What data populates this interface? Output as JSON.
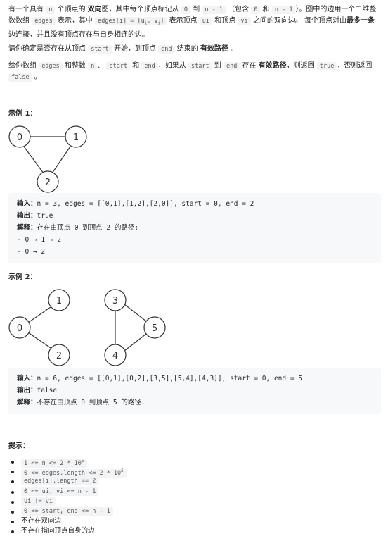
{
  "intro": {
    "p1": [
      "有一个具有",
      "n",
      "个顶点的",
      "双向",
      "图，其中每个顶点标记从",
      "0",
      "到",
      "n - 1",
      "（包含",
      "0",
      "和",
      "n - 1",
      "）。图中的边用一个二维整数数组",
      "edges",
      "表示，其中",
      "edges[i] = [u",
      "i",
      ", v",
      "i",
      "]",
      "表示顶点",
      "ui",
      "和顶点",
      "vi",
      "之间的双向边。 每个顶点对由",
      "最多一条",
      "边连接，并且没有顶点存在与自身相连的边。"
    ],
    "p2": [
      "请你确定是否存在从顶点",
      "start",
      "开始，到顶点",
      "end",
      "结束的",
      "有效路径",
      "。"
    ],
    "p3": [
      "给你数组",
      "edges",
      "和整数",
      "n",
      "、",
      "start",
      "和",
      "end",
      "，如果从",
      "start",
      "到",
      "end",
      "存在",
      "有效路径",
      "，则返回",
      "true",
      "，否则返回",
      "false",
      "。"
    ]
  },
  "example1": {
    "title": "示例 1：",
    "nodes": [
      "0",
      "1",
      "2"
    ],
    "input_label": "输入：",
    "input_value": "n = 3, edges = [[0,1],[1,2],[2,0]], start = 0, end = 2",
    "output_label": "输出：",
    "output_value": "true",
    "explain_label": "解释：",
    "explain_value": "存在由顶点 0 到顶点 2 的路径:",
    "paths": [
      "- 0 → 1 → 2",
      "- 0 → 2"
    ]
  },
  "example2": {
    "title": "示例 2：",
    "nodes": [
      "1",
      "0",
      "2",
      "3",
      "5",
      "4"
    ],
    "input_label": "输入：",
    "input_value": "n = 6, edges = [[0,1],[0,2],[3,5],[5,4],[4,3]], start = 0, end = 5",
    "output_label": "输出：",
    "output_value": "false",
    "explain_label": "解释：",
    "explain_value": "不存在由顶点 0 到顶点 5 的路径."
  },
  "hints": {
    "title": "提示：",
    "items": [
      {
        "base": "1 <= n <= 2 * 10",
        "sup": "5"
      },
      {
        "base": "0 <= edges.length <= 2 * 10",
        "sup": "5"
      },
      {
        "base": "edges[i].length == 2",
        "sup": ""
      },
      {
        "base": "0 <= ui, vi <= n - 1",
        "sup": ""
      },
      {
        "base": "ui != vi",
        "sup": ""
      },
      {
        "base": "0 <= start, end <= n - 1",
        "sup": ""
      },
      {
        "base": "不存在双向边",
        "sup": "",
        "plain": true
      },
      {
        "base": "不存在指向顶点自身的边",
        "sup": "",
        "plain": true
      }
    ]
  }
}
